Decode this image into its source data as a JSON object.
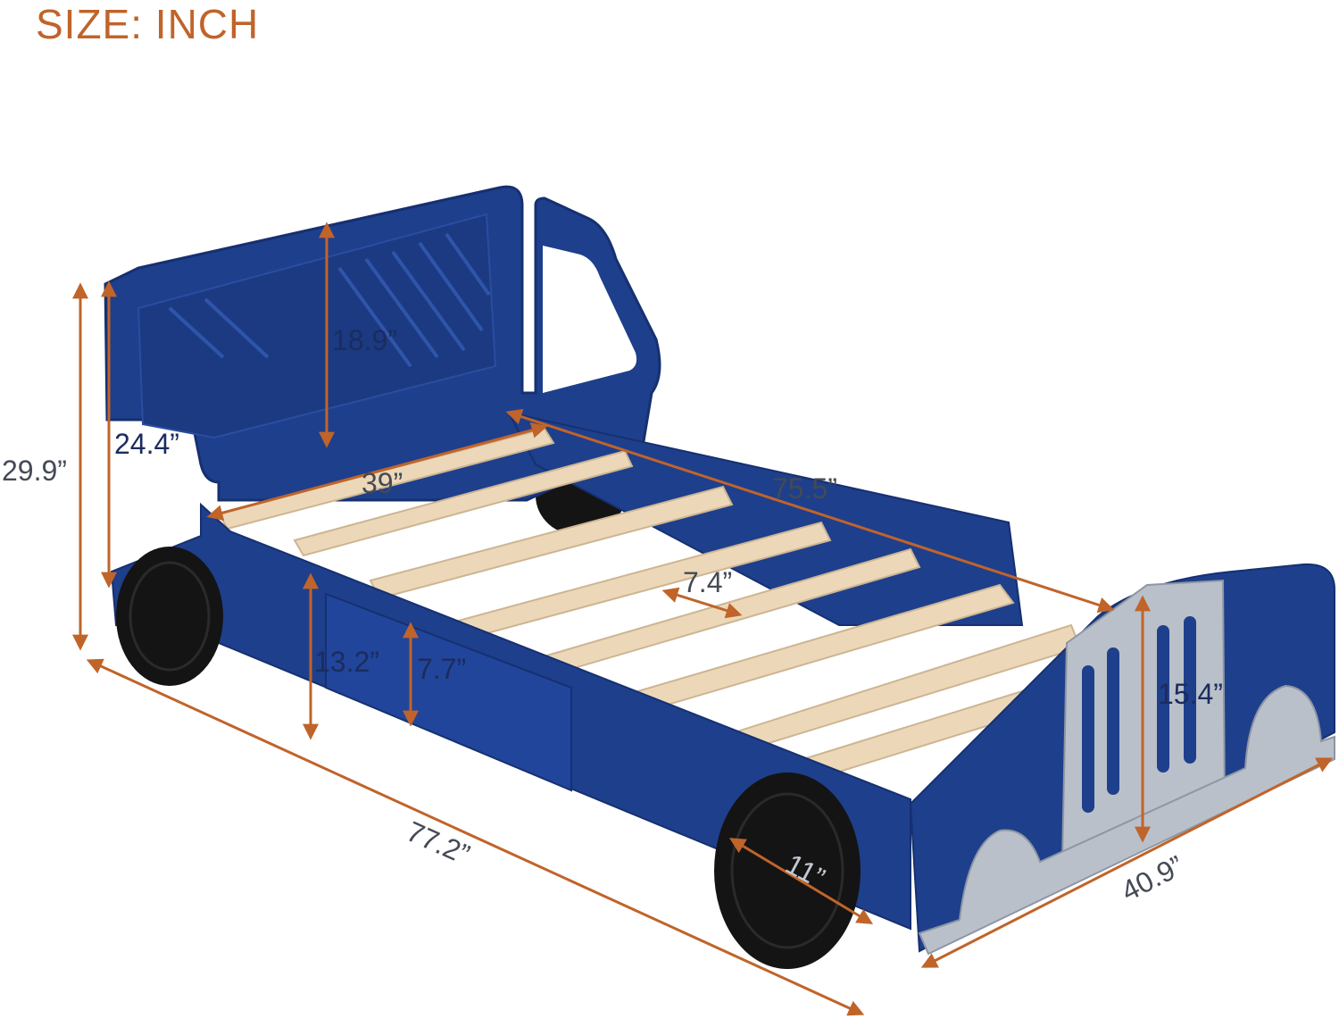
{
  "title": "SIZE: INCH",
  "colors": {
    "bed_blue": "#1e3f8c",
    "bed_dark": "#163070",
    "slat": "#ecd8b8",
    "grille_silver": "#b9c0ca",
    "wheel": "#141414",
    "arrow": "#c0642a"
  },
  "dimensions": {
    "total_height": "29.9”",
    "headboard_height": "24.4”",
    "headboard_panel": "18.9”",
    "inner_width": "39”",
    "inner_length": "75.5”",
    "slat_gap": "7.4”",
    "side_height": "13.2”",
    "side_panel": "7.7”",
    "footboard_height": "15.4”",
    "total_length": "77.2”",
    "total_width": "40.9”",
    "wheel_diameter": "11”"
  }
}
